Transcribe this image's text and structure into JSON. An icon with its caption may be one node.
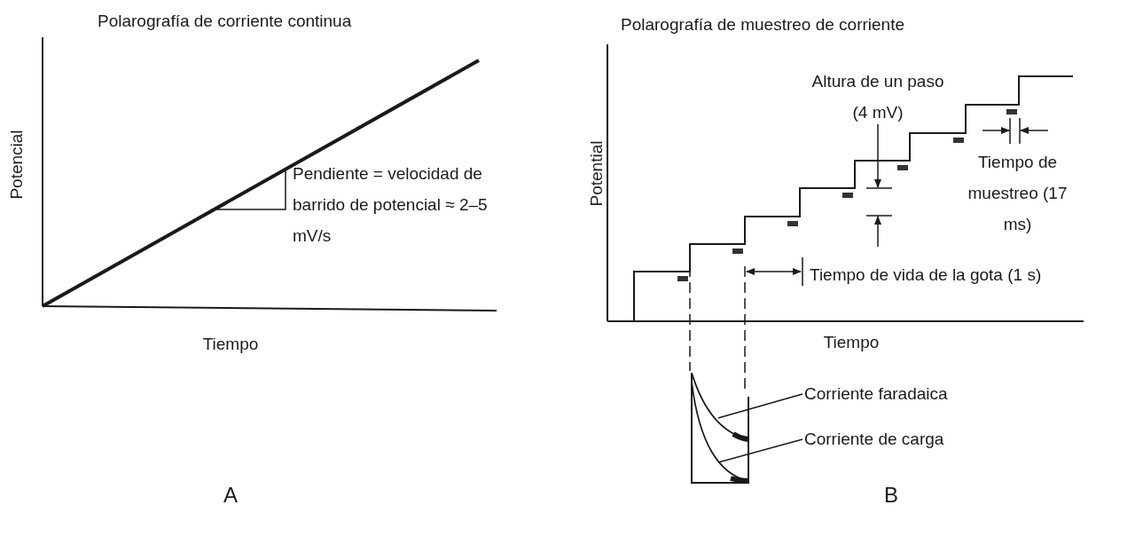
{
  "diagram": {
    "nodes": [
      {
        "text": [
          "Corriente faradaica"
        ]
      },
      {
        "text": [
          "Corriente de carga"
        ]
      }
    ],
    "edges": [
      {
        "from": 0,
        "to": null,
        "arrow": "none"
      },
      {
        "from": 1,
        "to": null,
        "arrow": "none"
      }
    ],
    "labels": [
      "Polarografía de corriente continua",
      "Potencial",
      "Pendiente = velocidad de barrido de potencial ≈ 2–5 mV/s",
      "Tiempo",
      "A",
      "Polarografía de muestreo de corriente",
      "Potential",
      "Altura de un paso (4 mV)",
      "Tiempo de muestreo (17 ms)",
      "Tiempo de vida de la gota (1 s)",
      "Tiempo",
      "B"
    ]
  }
}
